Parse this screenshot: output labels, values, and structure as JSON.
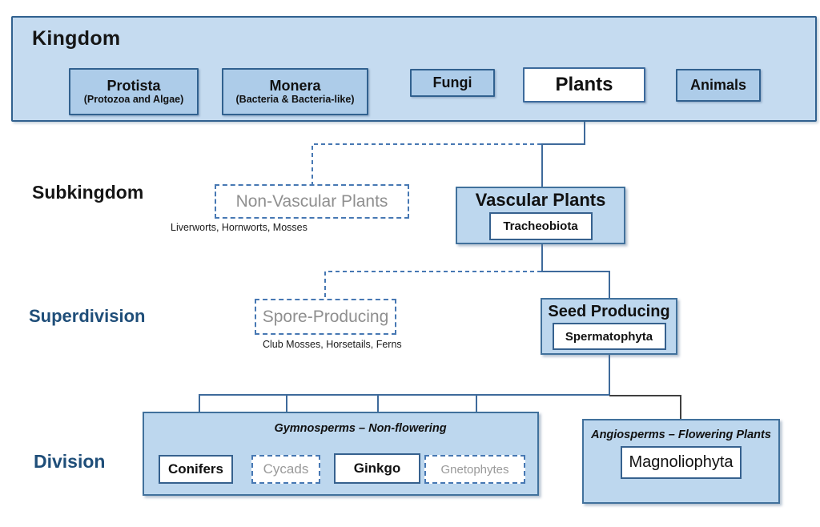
{
  "palette": {
    "band_fill": "#c5dbf0",
    "kingdom_box_fill": "#adcce9",
    "node_fill": "#bdd7ee",
    "border_dark_blue": "#31618f",
    "border_node_blue": "#41719c",
    "dashed_blue": "#4778b3",
    "connector_blue": "#3e6a9b",
    "connector_dark": "#404040",
    "ghost_text_gray": "#8f8f8f",
    "navy_label": "#1f4e79"
  },
  "kingdom": {
    "label": "Kingdom",
    "items": [
      {
        "title": "Protista",
        "subtitle": "(Protozoa and Algae)"
      },
      {
        "title": "Monera",
        "subtitle": "(Bacteria & Bacteria-like)"
      },
      {
        "title": "Fungi"
      },
      {
        "title": "Plants"
      },
      {
        "title": "Animals"
      }
    ]
  },
  "subkingdom": {
    "label": "Subkingdom",
    "non_vascular": {
      "title": "Non-Vascular Plants",
      "examples": "Liverworts, Hornworts, Mosses"
    },
    "vascular": {
      "title": "Vascular Plants",
      "taxon": "Tracheobiota"
    }
  },
  "superdivision": {
    "label": "Superdivision",
    "spore": {
      "title": "Spore-Producing",
      "examples": "Club Mosses, Horsetails, Ferns"
    },
    "seed": {
      "title": "Seed Producing",
      "taxon": "Spermatophyta"
    }
  },
  "division": {
    "label": "Division",
    "gymnosperms": {
      "title": "Gymnosperms – Non-flowering",
      "children": [
        {
          "name": "Conifers"
        },
        {
          "name": "Cycads"
        },
        {
          "name": "Ginkgo"
        },
        {
          "name": "Gnetophytes"
        }
      ]
    },
    "angiosperms": {
      "title": "Angiosperms – Flowering Plants",
      "taxon": "Magnoliophyta"
    }
  }
}
